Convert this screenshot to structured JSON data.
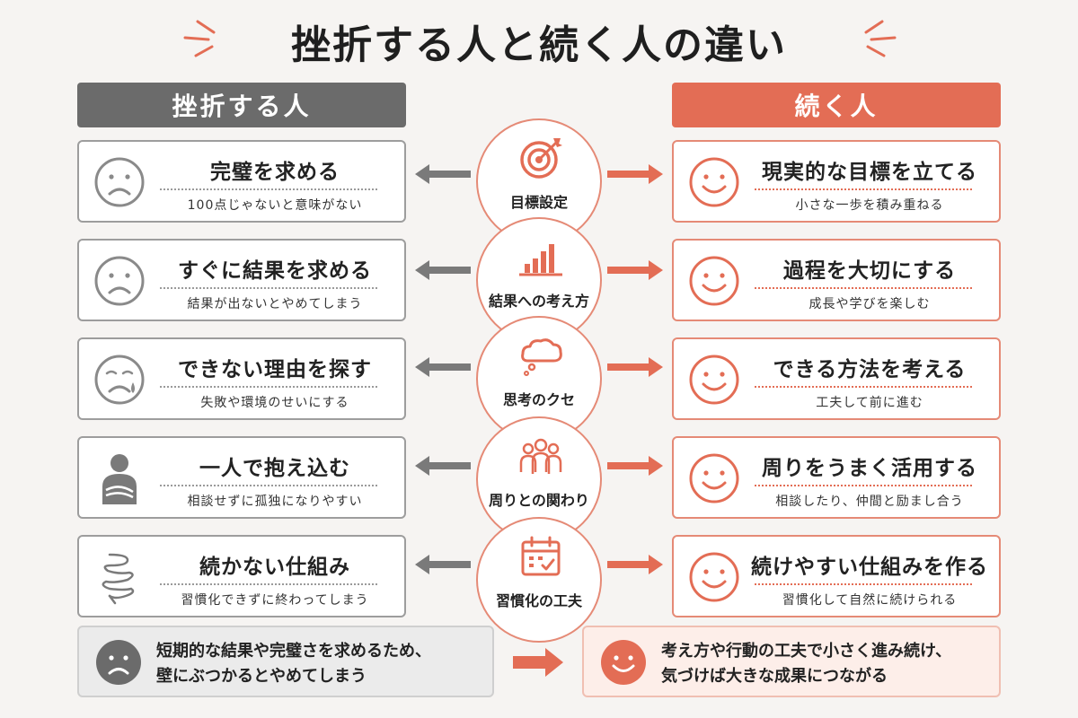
{
  "title": "挫折する人と続く人の違い",
  "colors": {
    "gray": "#6b6b6b",
    "accent": "#e36d55"
  },
  "left_header": "挫折する人",
  "right_header": "続く人",
  "rows": [
    {
      "center": {
        "label": "目標設定",
        "icon": "target-icon"
      },
      "left": {
        "main": "完璧を求める",
        "sub": "100点じゃないと意味がない",
        "icon": "sad-face-icon"
      },
      "right": {
        "main": "現実的な目標を立てる",
        "sub": "小さな一歩を積み重ねる",
        "icon": "smile-face-icon"
      }
    },
    {
      "center": {
        "label": "結果への考え方",
        "icon": "bar-chart-icon"
      },
      "left": {
        "main": "すぐに結果を求める",
        "sub": "結果が出ないとやめてしまう",
        "icon": "sad-face-icon"
      },
      "right": {
        "main": "過程を大切にする",
        "sub": "成長や学びを楽しむ",
        "icon": "smile-face-icon"
      }
    },
    {
      "center": {
        "label": "思考のクセ",
        "icon": "thought-cloud-icon"
      },
      "left": {
        "main": "できない理由を探す",
        "sub": "失敗や環境のせいにする",
        "icon": "crying-face-icon"
      },
      "right": {
        "main": "できる方法を考える",
        "sub": "工夫して前に進む",
        "icon": "smile-face-icon"
      }
    },
    {
      "center": {
        "label": "周りとの関わり",
        "icon": "people-icon"
      },
      "left": {
        "main": "一人で抱え込む",
        "sub": "相談せずに孤独になりやすい",
        "icon": "lonely-person-icon"
      },
      "right": {
        "main": "周りをうまく活用する",
        "sub": "相談したり、仲間と励まし合う",
        "icon": "smile-face-icon"
      }
    },
    {
      "center": {
        "label": "習慣化の工夫",
        "icon": "calendar-icon"
      },
      "left": {
        "main": "続かない仕組み",
        "sub": "習慣化できずに終わってしまう",
        "icon": "spring-icon"
      },
      "right": {
        "main": "続けやすい仕組みを作る",
        "sub": "習慣化して自然に続けられる",
        "icon": "smile-face-icon"
      }
    }
  ],
  "summary": {
    "left": [
      "短期的な結果や完璧さを求めるため、",
      "壁にぶつかるとやめてしまう"
    ],
    "right": [
      "考え方や行動の工夫で小さく進み続け、",
      "気づけば大きな成果につながる"
    ]
  }
}
